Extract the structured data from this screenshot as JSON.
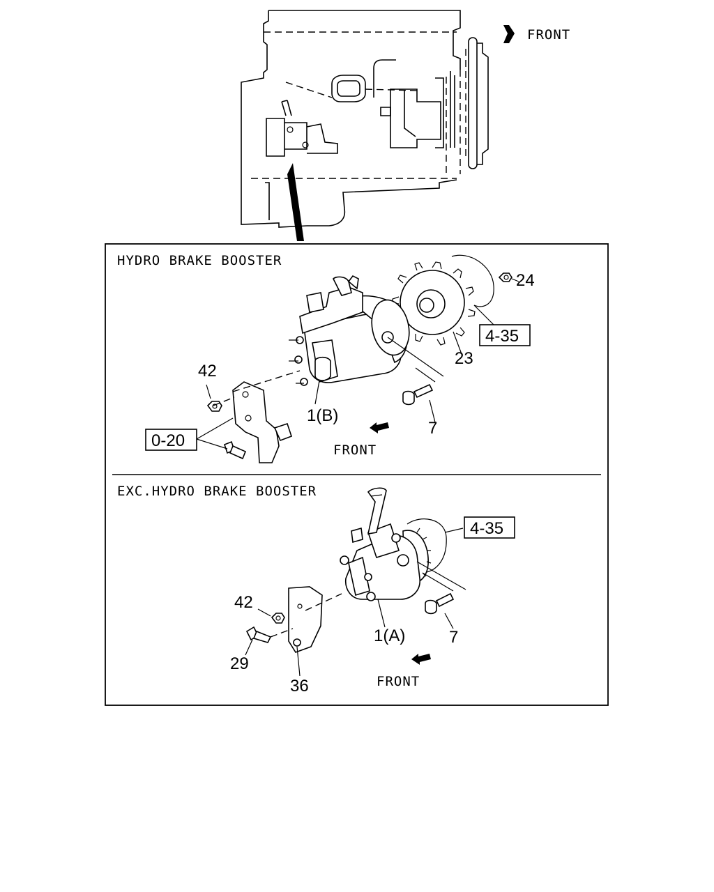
{
  "top_view": {
    "front_label": "FRONT"
  },
  "panel_hydro": {
    "title": "HYDRO BRAKE BOOSTER",
    "front_label": "FRONT",
    "callouts": {
      "c42": "42",
      "c1b": "1(B)",
      "c7": "7",
      "c23": "23",
      "c24": "24"
    },
    "refs": {
      "r435": "4-35",
      "r020": "0-20"
    }
  },
  "panel_exc": {
    "title": "EXC.HYDRO BRAKE BOOSTER",
    "front_label": "FRONT",
    "callouts": {
      "c42": "42",
      "c29": "29",
      "c36": "36",
      "c1a": "1(A)",
      "c7": "7"
    },
    "refs": {
      "r435": "4-35"
    }
  }
}
